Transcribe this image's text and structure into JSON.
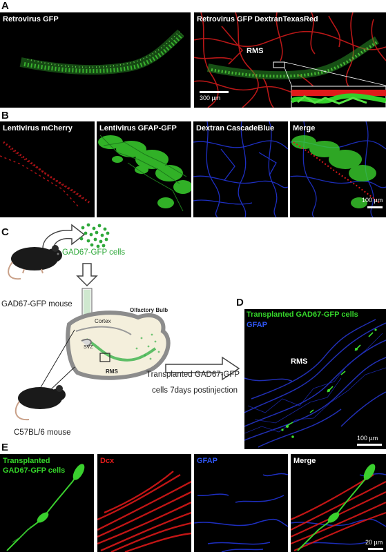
{
  "panels": {
    "A": {
      "letter": "A",
      "left_title": "Retrovirus GFP",
      "right_title": "Retrovirus GFP DextranTexasRed",
      "region_label": "RMS",
      "scale_bar": "300 µm"
    },
    "B": {
      "letter": "B",
      "titles": [
        "Lentivirus mCherry",
        "Lentivirus GFAP-GFP",
        "Dextran CascadeBlue",
        "Merge"
      ],
      "scale_bar": "100 µm"
    },
    "C": {
      "letter": "C",
      "cells_label": "GAD67-GFP cells",
      "donor_label": "GAD67-GFP mouse",
      "recipient_label": "C57BL/6 mouse",
      "cortex_label": "Cortex",
      "bulb_label": "Olfactory Bulb",
      "svz_label": "SVZ",
      "rms_label": "RMS",
      "arrow_line1": "Transplanted GAD67-GFP",
      "arrow_line2": "cells 7days postinjection"
    },
    "D": {
      "letter": "D",
      "title_green": "Transplanted GAD67-GFP cells",
      "title_blue": "GFAP",
      "region_label": "RMS",
      "scale_bar": "100 µm"
    },
    "E": {
      "letter": "E",
      "title1_line1": "Transplanted",
      "title1_line2": "GAD67-GFP cells",
      "title2": "Dcx",
      "title3": "GFAP",
      "title4": "Merge",
      "scale_bar": "20 µm"
    }
  },
  "colors": {
    "green": "#35d62a",
    "red": "#e31b1b",
    "blue": "#2a3de0",
    "cell_green": "#2ea83a"
  }
}
